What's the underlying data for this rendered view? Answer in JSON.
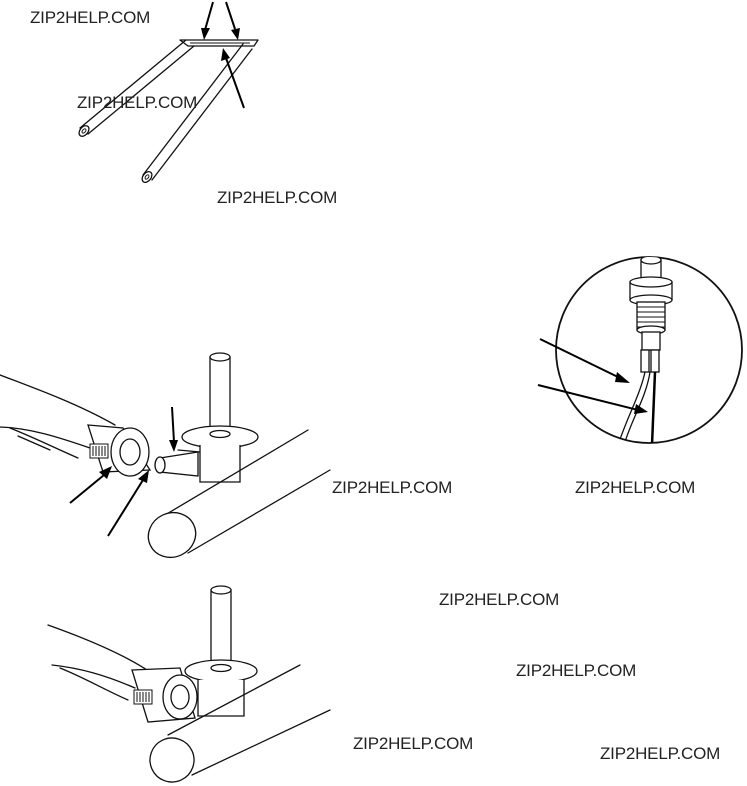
{
  "watermarks": [
    "ZIP2HELP.COM",
    "ZIP2HELP.COM",
    "ZIP2HELP.COM",
    "ZIP2HELP.COM",
    "ZIP2HELP.COM",
    "ZIP2HELP.COM",
    "ZIP2HELP.COM",
    "ZIP2HELP.COM",
    "ZIP2HELP.COM"
  ],
  "colors": {
    "ink": "#111111",
    "paper": "#ffffff"
  }
}
